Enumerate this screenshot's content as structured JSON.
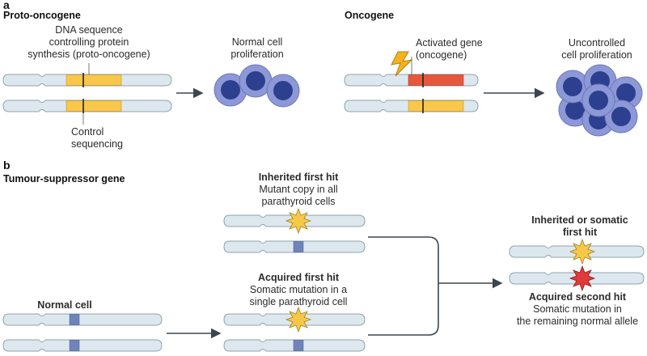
{
  "colors": {
    "chromosome_fill": "#dde8ee",
    "chromosome_stroke": "#8fa3ad",
    "normal_gene": "#f9c74a",
    "oncogene": "#e8573c",
    "ts_gene": "#6f84b8",
    "cell_outer": "#8d98d6",
    "cell_inner": "#2d3f8f",
    "arrow": "#3b4650",
    "mutation_star": "#f5c84a",
    "second_hit_star": "#e03a3a"
  },
  "icons": [
    "lightning-bolt-icon",
    "mutation-star-icon"
  ],
  "panel_a": {
    "label": "a",
    "proto": {
      "title": "Proto-oncogene",
      "dna_label": [
        "DNA sequence",
        "controlling protein",
        "synthesis (proto-oncogene)"
      ],
      "control_label": [
        "Control",
        "sequencing"
      ],
      "result_label": [
        "Normal cell",
        "proliferation"
      ]
    },
    "onco": {
      "title": "Oncogene",
      "activated_label": [
        "Activated gene",
        "(oncogene)"
      ],
      "result_label": [
        "Uncontrolled",
        "cell proliferation"
      ]
    }
  },
  "panel_b": {
    "label": "b",
    "title": "Tumour-suppressor gene",
    "normal_cell": "Normal cell",
    "inherited": {
      "heading": "Inherited first hit",
      "lines": [
        "Mutant copy in all",
        "parathyroid cells"
      ]
    },
    "acquired": {
      "heading": "Acquired first hit",
      "lines": [
        "Somatic mutation in a",
        "single parathyroid cell"
      ]
    },
    "either": {
      "heading_lines": [
        "Inherited or somatic",
        "first hit"
      ]
    },
    "second": {
      "heading": "Acquired second hit",
      "lines": [
        "Somatic mutation in",
        "the remaining normal allele"
      ]
    }
  }
}
